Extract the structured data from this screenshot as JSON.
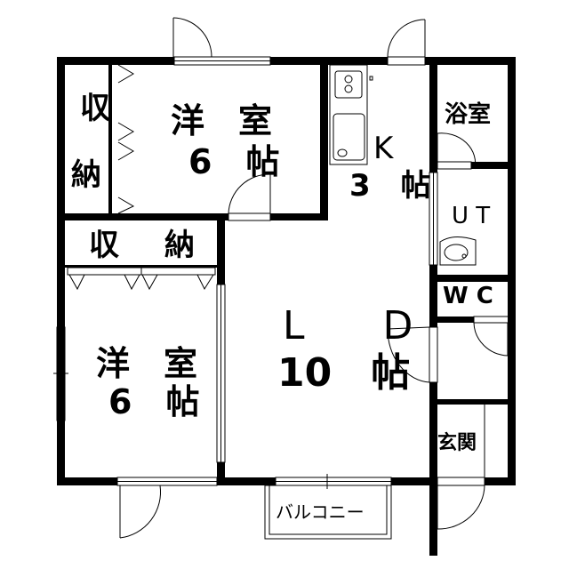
{
  "rooms": {
    "western_room_1": {
      "name": "洋　室",
      "size": "6　帖"
    },
    "closet_1": {
      "line1": "収",
      "line2": "納"
    },
    "kitchen": {
      "name": "K",
      "size": "3　帖"
    },
    "closet_2": {
      "line1": "収",
      "line2": "納"
    },
    "western_room_2": {
      "name": "洋　室",
      "size": "6　帖"
    },
    "living_dining": {
      "name": "L　　D",
      "size": "10　帖"
    },
    "bathroom": {
      "name": "浴室"
    },
    "utility": {
      "name": "U T"
    },
    "toilet": {
      "name": "W C"
    },
    "entrance": {
      "name": "玄関"
    },
    "balcony": {
      "name": "バルコニー"
    }
  }
}
